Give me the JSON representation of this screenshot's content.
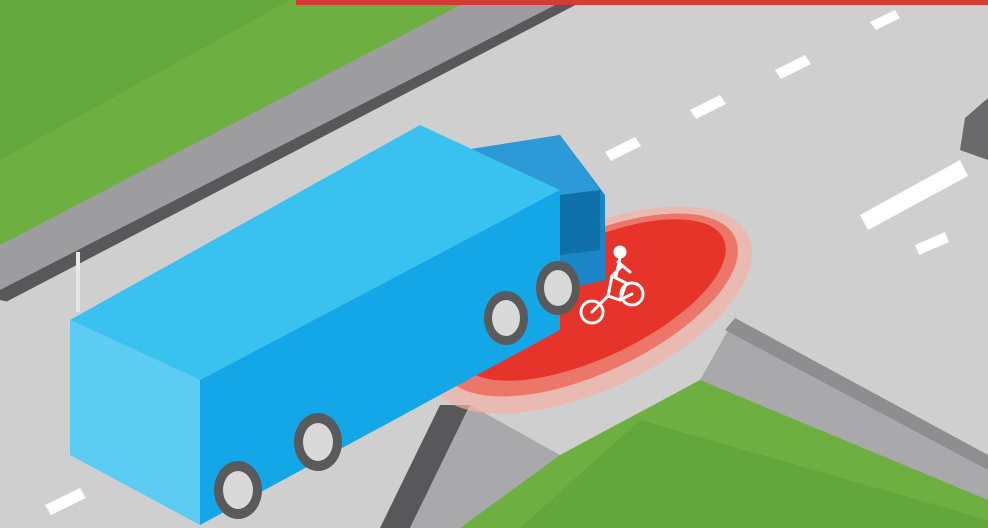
{
  "scene": {
    "subject": "truck-blind-spot-illustration",
    "elements": [
      "grass",
      "road",
      "pavement",
      "lane-markings",
      "lorry",
      "cyclist",
      "blind-spot-zone"
    ]
  },
  "colors": {
    "grass": "#6db041",
    "grass_dark": "#5a9b35",
    "road": "#cfcfd0",
    "pavement": "#a9a9ab",
    "curb_dark": "#58585a",
    "lane_marking": "#ffffff",
    "lorry_body": "#1fb3ec",
    "lorry_side": "#0f9ee0",
    "lorry_cab": "#1a86c8",
    "blind_spot": "#e6342b",
    "wheel": "#d9d9d9",
    "top_border": "#d63a35"
  },
  "icons": {
    "cyclist": "cyclist-icon",
    "lorry": "lorry-icon"
  }
}
